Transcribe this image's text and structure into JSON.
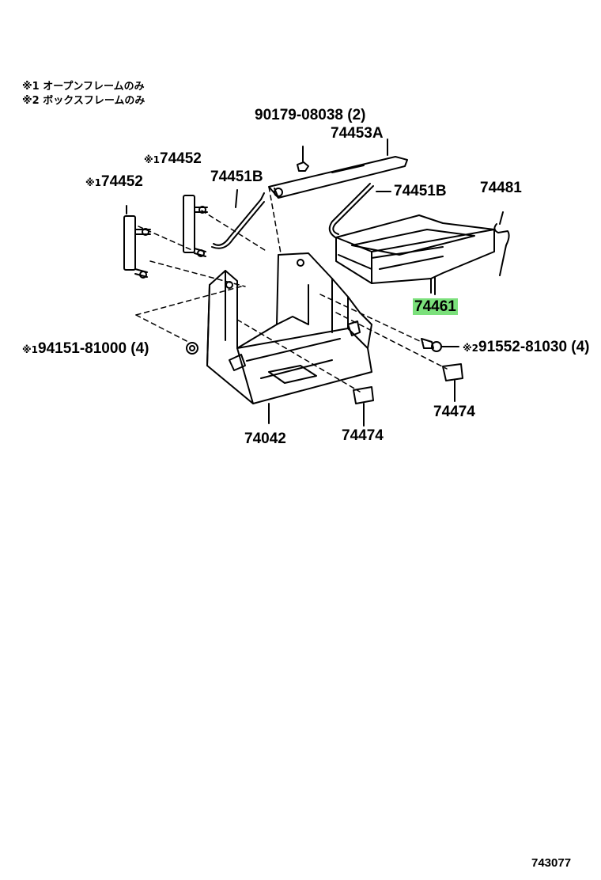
{
  "notes": [
    "※1 オープンフレームのみ",
    "※2 ボックスフレームのみ"
  ],
  "callouts": {
    "bolt_90179": "90179-08038 (2)",
    "clamp_74453A": "74453A",
    "bolt_left_74452": "74452",
    "bolt_left_74452_mark": "※1",
    "bolt_mid_74452": "74452",
    "bolt_mid_74452_mark": "※1",
    "rod_74451B_left": "74451B",
    "rod_74451B_right": "74451B",
    "wire_74481": "74481",
    "tray_74461": "74461",
    "nut_94151": "94151-81000 (4)",
    "nut_94151_mark": "※1",
    "bolt_91552": "91552-81030 (4)",
    "bolt_91552_mark": "※2",
    "pad_74474_right": "74474",
    "pad_74474_left": "74474",
    "bracket_74042": "74042",
    "diagram_number": "743077"
  },
  "highlight_color": "#7be07b"
}
